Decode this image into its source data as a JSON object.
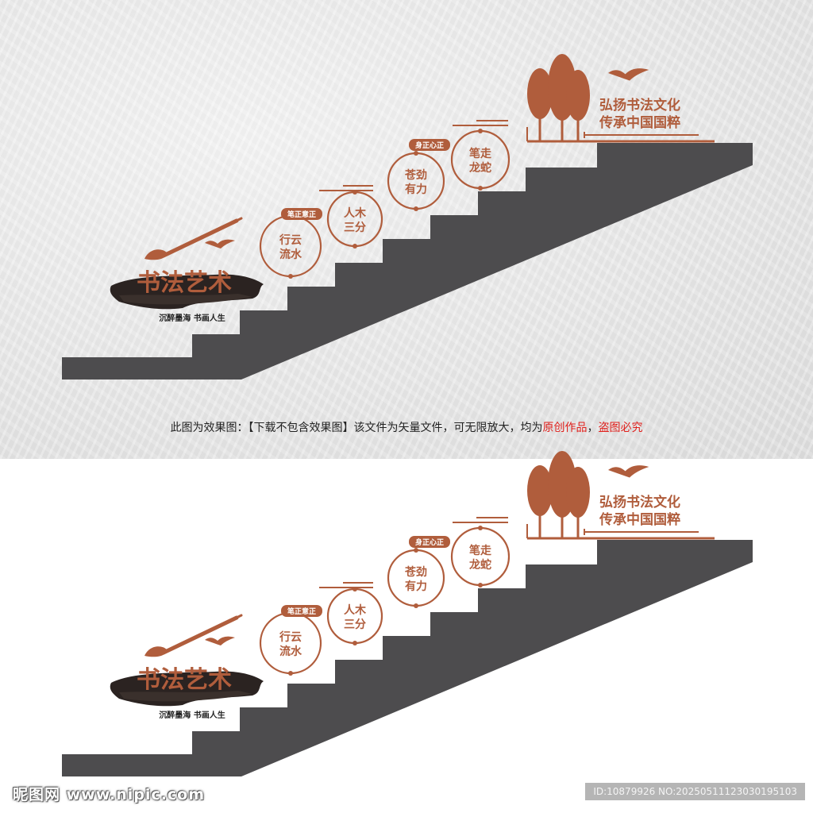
{
  "colors": {
    "accent": "#b05d3c",
    "stairs": "#4d4c4e",
    "ink": "#2b2321",
    "notice_red": "#e0201c"
  },
  "design": {
    "main_title": "书法艺术",
    "subtitle": "沉醉墨海 书画人生",
    "circles": [
      {
        "line1": "行云",
        "line2": "流水",
        "tag": "笔正意正"
      },
      {
        "line1": "人木",
        "line2": "三分",
        "tag": ""
      },
      {
        "line1": "苍劲",
        "line2": "有力",
        "tag": "身正心正"
      },
      {
        "line1": "笔走",
        "line2": "龙蛇",
        "tag": ""
      }
    ],
    "slogan_line1": "弘扬书法文化",
    "slogan_line2": "传承中国国粹"
  },
  "notice": {
    "prefix": "此图为效果图：【下载不包含效果图】该文件为矢量文件，可无限放大，均为",
    "red1": "原创作品",
    "comma": "，",
    "red2": "盗图必究"
  },
  "watermark": {
    "logo": "昵图网 www.nipic.com",
    "id": "ID:10879926 NO:20250511123030195103"
  }
}
